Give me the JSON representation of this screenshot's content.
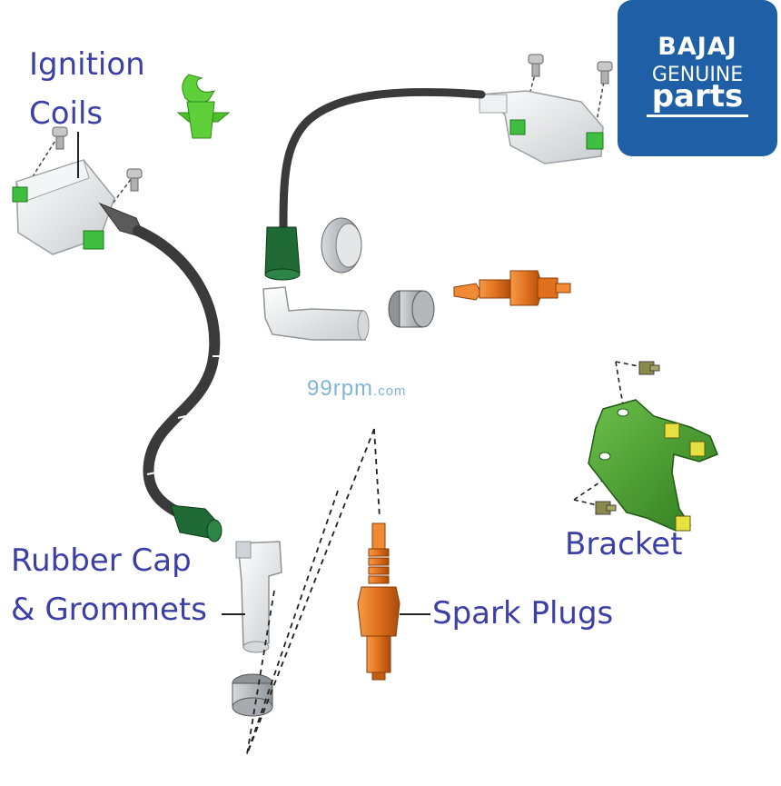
{
  "labels": {
    "ignition_coils_line1": "Ignition",
    "ignition_coils_line2": "Coils",
    "rubber_cap_line1": "Rubber Cap",
    "rubber_cap_line2": "& Grommets",
    "spark_plugs": "Spark Plugs",
    "bracket": "Bracket"
  },
  "logo": {
    "brand": "BAJAJ",
    "line1": "GENUINE",
    "line2": "parts"
  },
  "watermark": {
    "main": "99rpm",
    "suffix": ".com"
  },
  "colors": {
    "label_text": "#3b3fa6",
    "logo_bg": "#1f5fa6",
    "part_green": "#4a9a2a",
    "cap_dark_green": "#1f6a35",
    "plug_orange": "#e0701c",
    "cable": "#3a3a3a",
    "rubber_gray": "#b8bcc0"
  }
}
